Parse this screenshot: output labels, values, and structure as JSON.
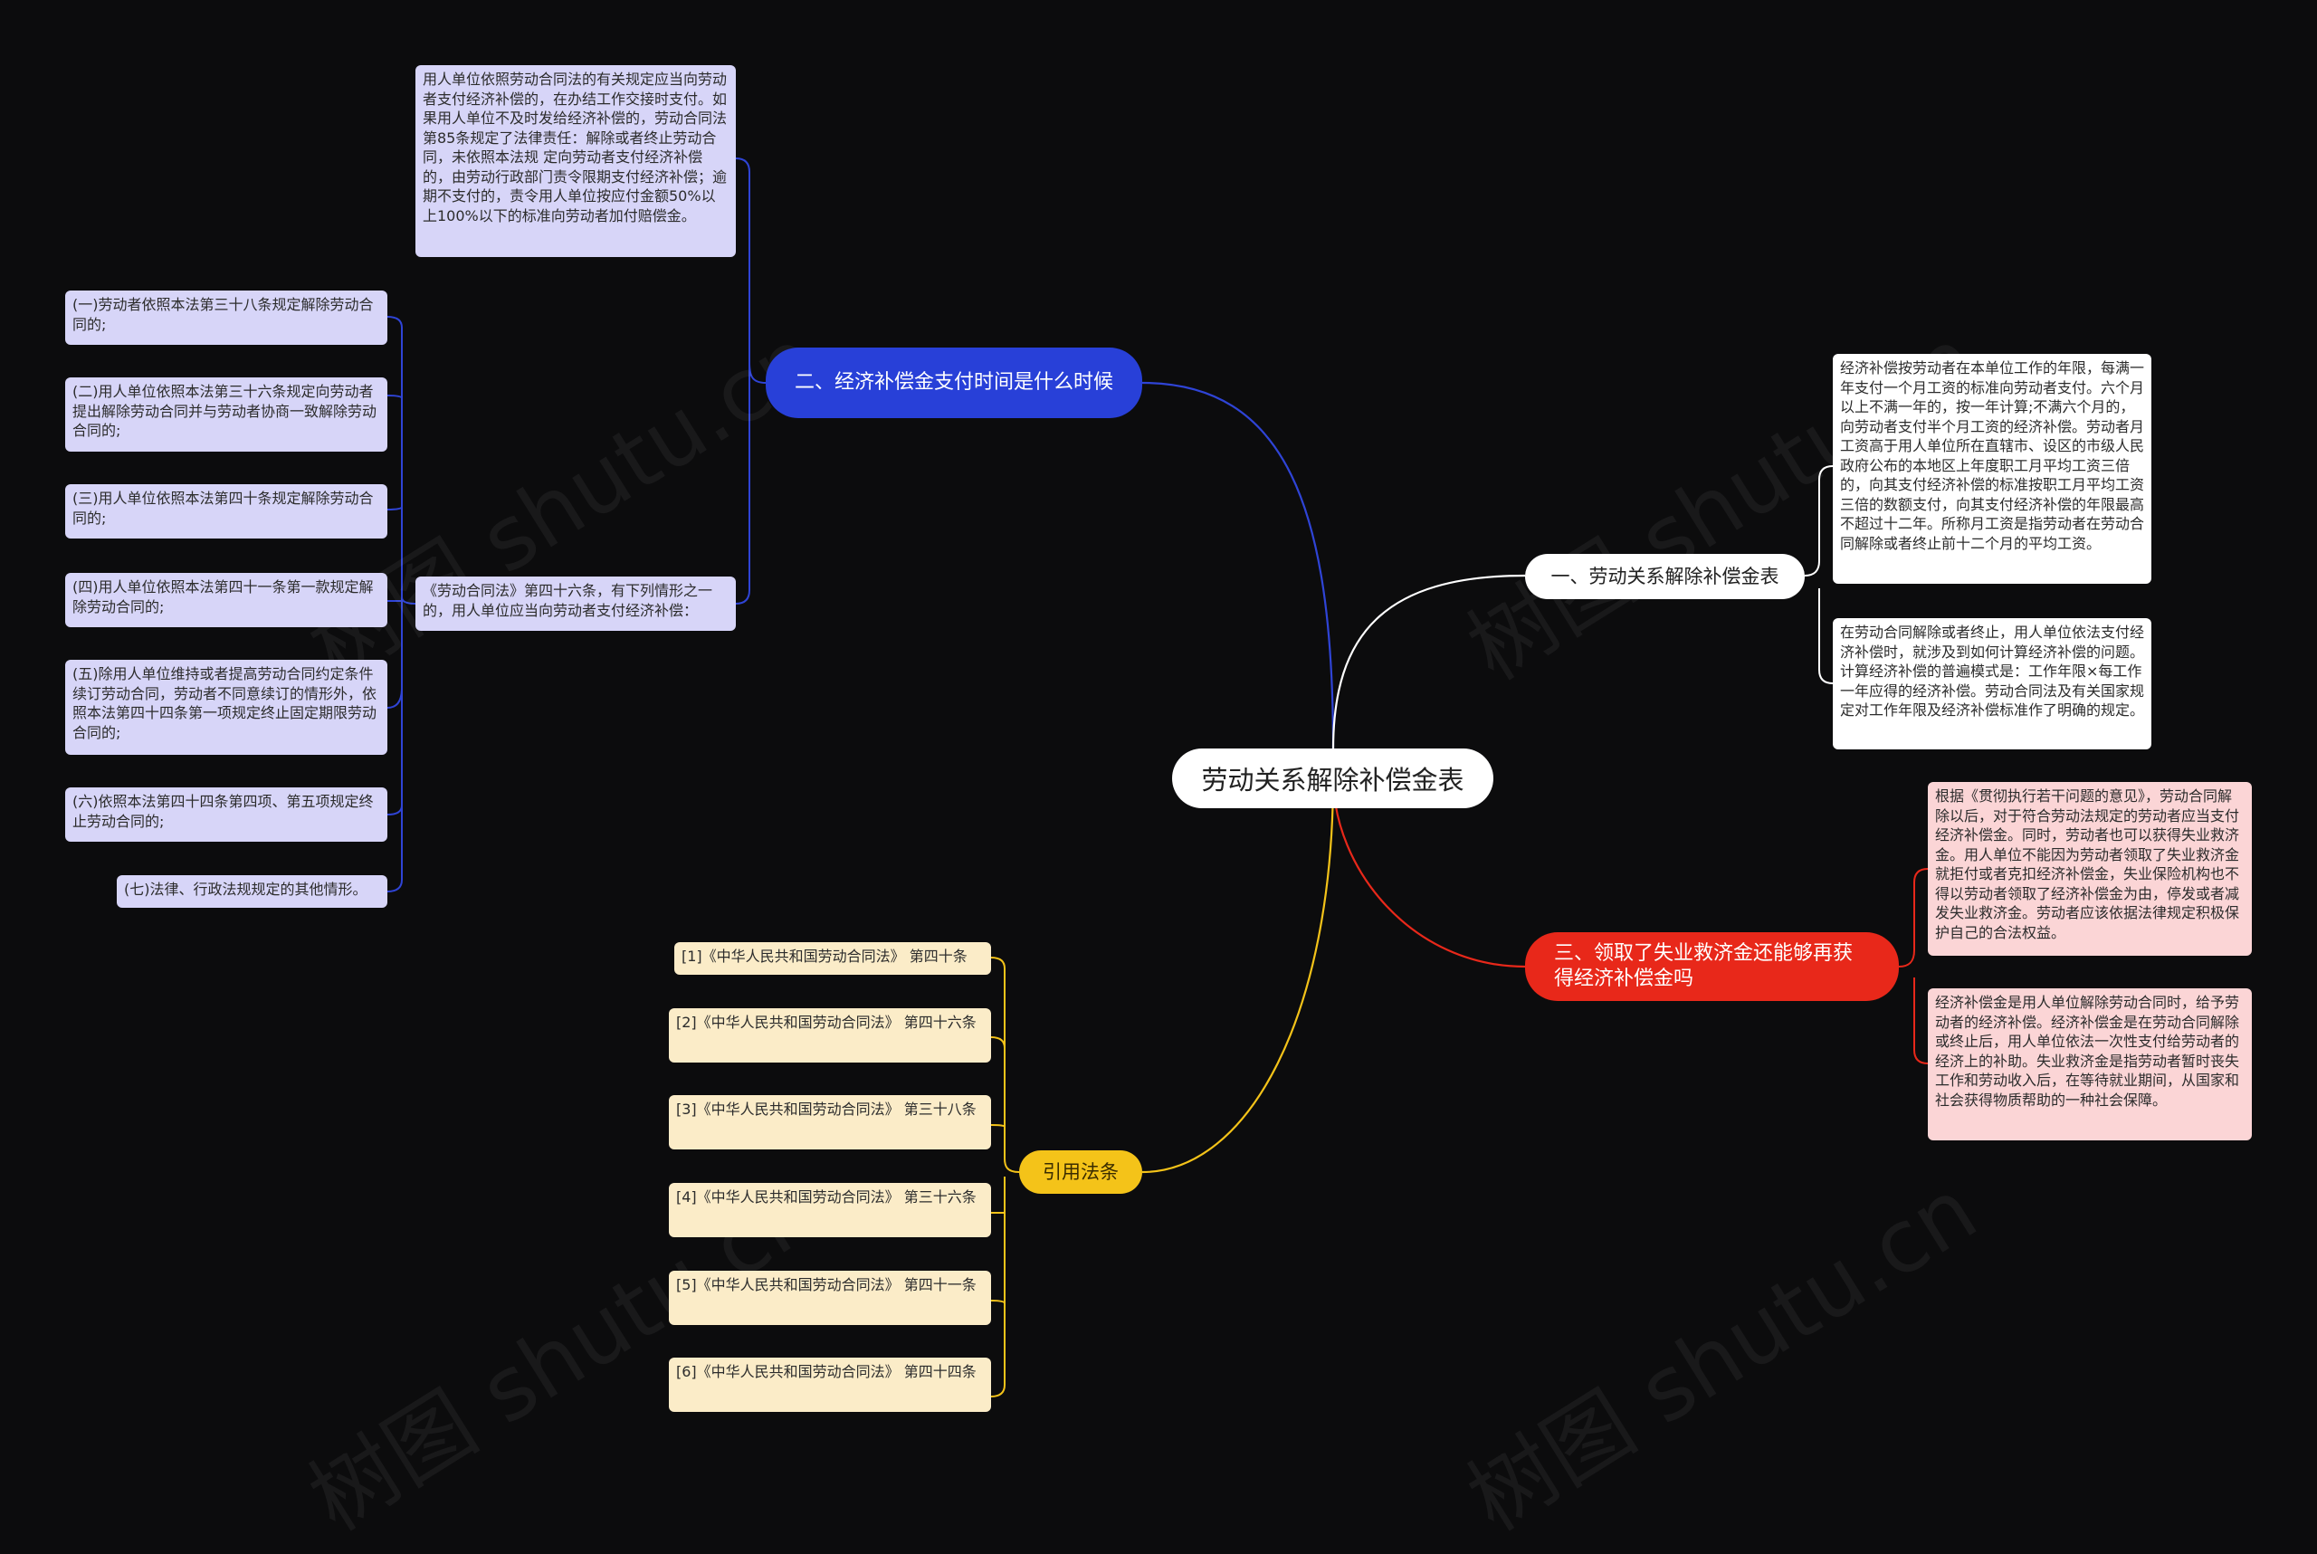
{
  "colors": {
    "background": "#0c0c0d",
    "blue_branch": "#2840d8",
    "red_branch": "#e8281a",
    "yellow_branch": "#f4c319",
    "blue_leaf": "#d7d5f8",
    "red_leaf": "#fbd5d6",
    "yellow_leaf": "#fbecc8"
  },
  "watermark": "树图 shutu.cn",
  "root": {
    "label": "劳动关系解除补偿金表"
  },
  "branch1": {
    "label": "一、劳动关系解除补偿金表",
    "items": [
      "经济补偿按劳动者在本单位工作的年限，每满一年支付一个月工资的标准向劳动者支付。六个月以上不满一年的，按一年计算;不满六个月的，向劳动者支付半个月工资的经济补偿。劳动者月工资高于用人单位所在直辖市、设区的市级人民政府公布的本地区上年度职工月平均工资三倍的，向其支付经济补偿的标准按职工月平均工资三倍的数额支付，向其支付经济补偿的年限最高不超过十二年。所称月工资是指劳动者在劳动合同解除或者终止前十二个月的平均工资。",
      "在劳动合同解除或者终止，用人单位依法支付经济补偿时，就涉及到如何计算经济补偿的问题。计算经济补偿的普遍模式是：工作年限×每工作一年应得的经济补偿。劳动合同法及有关国家规定对工作年限及经济补偿标准作了明确的规定。"
    ]
  },
  "branch2": {
    "label": "二、经济补偿金支付时间是什么时候",
    "items": [
      "用人单位依照劳动合同法的有关规定应当向劳动者支付经济补偿的，在办结工作交接时支付。如果用人单位不及时发给经济补偿的，劳动合同法第85条规定了法律责任：解除或者终止劳动合同，未依照本法规 定向劳动者支付经济补偿的，由劳动行政部门责令限期支付经济补偿；逾期不支付的，责令用人单位按应付金额50%以上100%以下的标准向劳动者加付赔偿金。",
      "《劳动合同法》第四十六条，有下列情形之一的，用人单位应当向劳动者支付经济补偿："
    ],
    "subitems": [
      "(一)劳动者依照本法第三十八条规定解除劳动合同的;",
      "(二)用人单位依照本法第三十六条规定向劳动者提出解除劳动合同并与劳动者协商一致解除劳动合同的;",
      "(三)用人单位依照本法第四十条规定解除劳动合同的;",
      "(四)用人单位依照本法第四十一条第一款规定解除劳动合同的;",
      "(五)除用人单位维持或者提高劳动合同约定条件续订劳动合同，劳动者不同意续订的情形外，依照本法第四十四条第一项规定终止固定期限劳动合同的;",
      "(六)依照本法第四十四条第四项、第五项规定终止劳动合同的;",
      "(七)法律、行政法规规定的其他情形。"
    ]
  },
  "branch3": {
    "label": "三、领取了失业救济金还能够再获得经济补偿金吗",
    "items": [
      "根据《贯彻执行若干问题的意见》，劳动合同解除以后，对于符合劳动法规定的劳动者应当支付经济补偿金。同时，劳动者也可以获得失业救济金。用人单位不能因为劳动者领取了失业救济金就拒付或者克扣经济补偿金，失业保险机构也不得以劳动者领取了经济补偿金为由，停发或者减发失业救济金。劳动者应该依据法律规定积极保护自己的合法权益。",
      "经济补偿金是用人单位解除劳动合同时，给予劳动者的经济补偿。经济补偿金是在劳动合同解除或终止后，用人单位依法一次性支付给劳动者的经济上的补助。失业救济金是指劳动者暂时丧失工作和劳动收入后，在等待就业期间，从国家和社会获得物质帮助的一种社会保障。"
    ]
  },
  "branch4": {
    "label": "引用法条",
    "items": [
      "[1]《中华人民共和国劳动合同法》 第四十条",
      "[2]《中华人民共和国劳动合同法》 第四十六条",
      "[3]《中华人民共和国劳动合同法》 第三十八条",
      "[4]《中华人民共和国劳动合同法》 第三十六条",
      "[5]《中华人民共和国劳动合同法》 第四十一条",
      "[6]《中华人民共和国劳动合同法》 第四十四条"
    ]
  }
}
